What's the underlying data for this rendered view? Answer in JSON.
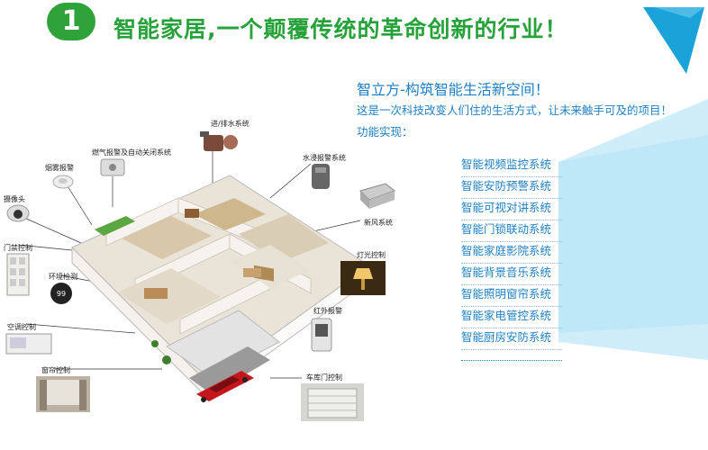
{
  "header": {
    "number": "1",
    "title": "智能家居,一个颠覆传统的革命创新的行业！"
  },
  "panel": {
    "subtitle": "智立方-构筑智能生活新空间！",
    "description": "这是一次科技改变人们住的生活方式，让未来触手可及的项目！",
    "function_label": "功能实现：",
    "features": [
      "智能视频监控系统",
      "智能安防预警系统",
      "智能可视对讲系统",
      "智能门锁联动系统",
      "智能家庭影院系统",
      "智能背景音乐系统",
      "智能照明窗帘系统",
      "智能家电管控系统",
      "智能厨房安防系统"
    ]
  },
  "diagram": {
    "labels": {
      "water": "进/排水系统",
      "gas": "燃气报警及自动关闭系统",
      "smoke": "烟雾报警",
      "camera": "摄像头",
      "door": "门禁控制",
      "env": "环境检测",
      "ac": "空调控制",
      "curtain": "窗帘控制",
      "leak": "水浸报警系统",
      "fresh": "新风系统",
      "light": "灯光控制",
      "ir": "红外报警",
      "garage": "车库门控制"
    },
    "env_reading": "99"
  },
  "colors": {
    "green": "#2fa33a",
    "blue_text": "#1f7fc4",
    "cyan": "#1aa3d9",
    "beam": "#bfe7f7"
  }
}
